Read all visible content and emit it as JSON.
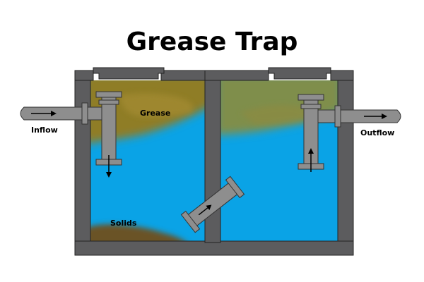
{
  "title": "Grease Trap",
  "labels": {
    "inflow": "Inflow",
    "outflow": "Outflow",
    "grease": "Grease",
    "solids": "Solids"
  },
  "colors": {
    "wall": "#5c5c5e",
    "water": "#0aa3e6",
    "grease": "#8a7a2a",
    "solids": "#6b5226",
    "pipe": "#8e8e8e",
    "outline": "#222222"
  }
}
